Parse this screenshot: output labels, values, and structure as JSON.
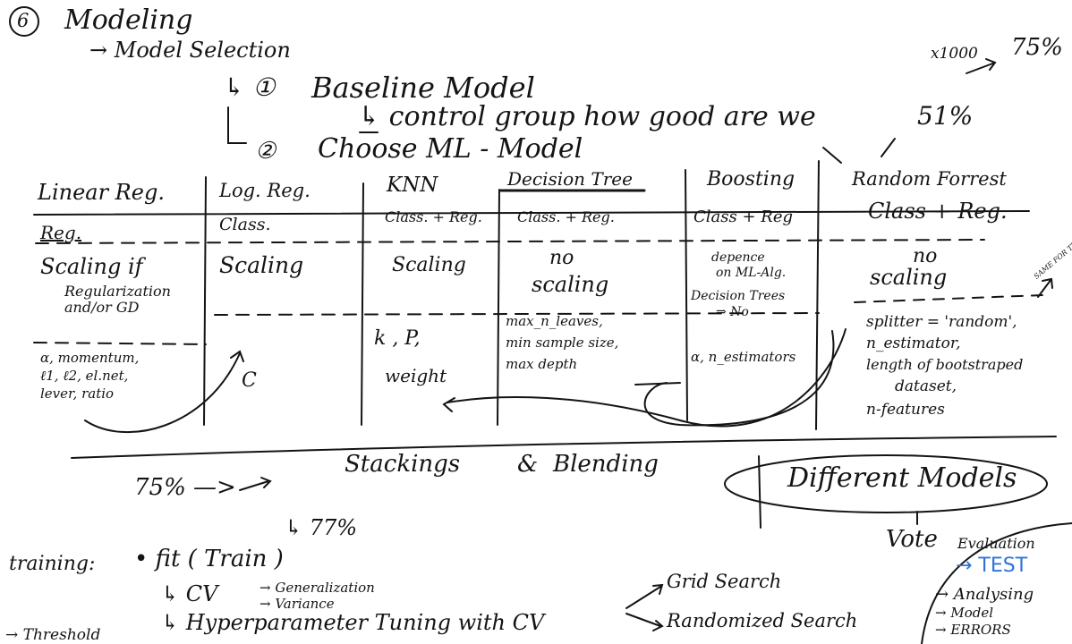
{
  "section_number": "6",
  "title": "Modeling",
  "model_selection": "→ Model Selection",
  "steps": {
    "baseline_num": "1",
    "baseline": "Baseline Model",
    "control_group": "↳ control group how good are we",
    "baseline_score": "51%",
    "score_x1000": "x1000",
    "score_75": "75%",
    "choose_num": "2",
    "choose": "Choose ML - Model"
  },
  "table": {
    "headers": [
      "Linear Reg.",
      "Log. Reg.",
      "KNN",
      "Decision Tree",
      "Boosting",
      "Random Forrest"
    ],
    "task": [
      "Reg.",
      "Class.",
      "Class. + Reg.",
      "Class. + Reg.",
      "Class + Reg",
      "Class + Reg."
    ],
    "scaling": {
      "linear": [
        "Scaling if",
        "Regularization",
        "and/or GD"
      ],
      "log": "Scaling",
      "knn": "Scaling",
      "tree": [
        "no",
        "scaling"
      ],
      "boost": [
        "depence",
        "on ML-Alg.",
        "Decision Trees",
        "⇒ No"
      ],
      "forest": [
        "no",
        "scaling"
      ]
    },
    "hyperparams": {
      "linear": [
        "α, momentum,",
        "ℓ1, ℓ2, el.net,",
        "lever, ratio"
      ],
      "log": "C",
      "knn": [
        "k , P,",
        "weight"
      ],
      "tree": [
        "max_n_leaves,",
        "min sample size,",
        "max depth"
      ],
      "boost": "α, n_estimators",
      "forest": [
        "splitter = 'random',",
        "n_estimator,",
        "length of bootstraped",
        "dataset,",
        "n-features"
      ]
    },
    "side_note": "SAME FOR TREES"
  },
  "ensemble": {
    "stacking": "Stackings",
    "amp": "&",
    "blending": "Blending",
    "different_models": "Different Models",
    "score_from": "75% —>",
    "score_to": "↳ 77%",
    "vote": "Vote"
  },
  "training": {
    "label": "training:",
    "fit": "• fit ( Train )",
    "cv": "↳ CV",
    "generalization": "→ Generalization",
    "variance": "→ Variance",
    "tuning": "↳ Hyperparameter Tuning with CV",
    "grid": "Grid Search",
    "randomized": "Randomized Search",
    "threshold": "→ Threshold"
  },
  "evaluation": {
    "title": "Evaluation",
    "test": "→ TEST",
    "analysing": "→ Analysing",
    "model": "→ Model",
    "errors": "→ ERRORS"
  }
}
